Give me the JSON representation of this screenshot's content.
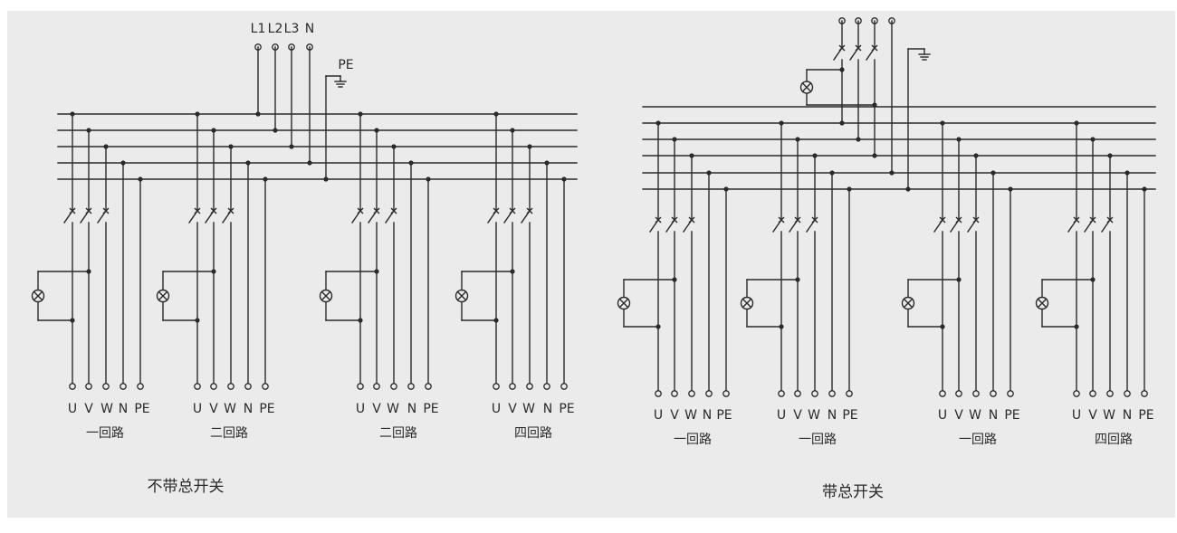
{
  "diagram": {
    "left_panel": {
      "caption": "不带总开关",
      "supply_labels": [
        "L1",
        "L2",
        "L3",
        "N"
      ],
      "pe_label": "PE",
      "circuits": [
        {
          "name": "一回路",
          "terminals": [
            "U",
            "V",
            "W",
            "N",
            "PE"
          ]
        },
        {
          "name": "二回路",
          "terminals": [
            "U",
            "V",
            "W",
            "N",
            "PE"
          ]
        },
        {
          "name": "二回路",
          "terminals": [
            "U",
            "V",
            "W",
            "N",
            "PE"
          ]
        },
        {
          "name": "四回路",
          "terminals": [
            "U",
            "V",
            "W",
            "N",
            "PE"
          ]
        }
      ]
    },
    "right_panel": {
      "caption": "带总开关",
      "circuits": [
        {
          "name": "一回路",
          "terminals": [
            "U",
            "V",
            "W",
            "N",
            "PE"
          ]
        },
        {
          "name": "一回路",
          "terminals": [
            "U",
            "V",
            "W",
            "N",
            "PE"
          ]
        },
        {
          "name": "一回路",
          "terminals": [
            "U",
            "V",
            "W",
            "N",
            "PE"
          ]
        },
        {
          "name": "四回路",
          "terminals": [
            "U",
            "V",
            "W",
            "N",
            "PE"
          ]
        }
      ]
    }
  },
  "colors": {
    "background": "#ffffff",
    "panel": "#ebebeb",
    "line": "#2a2a2a"
  }
}
